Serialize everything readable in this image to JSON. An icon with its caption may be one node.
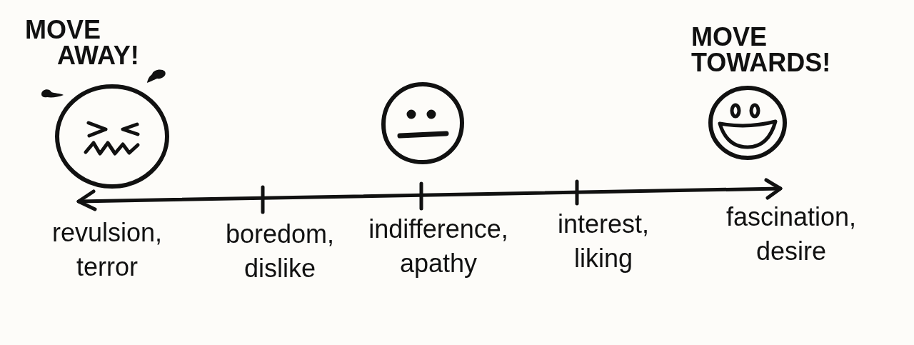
{
  "diagram": {
    "labels": [
      "MOVE AWAY!",
      "MOVE TOWARDS!",
      "revulsion, terror",
      "boredom, dislike",
      "indifference, apathy",
      "interest, liking",
      "fascination, desire"
    ]
  }
}
